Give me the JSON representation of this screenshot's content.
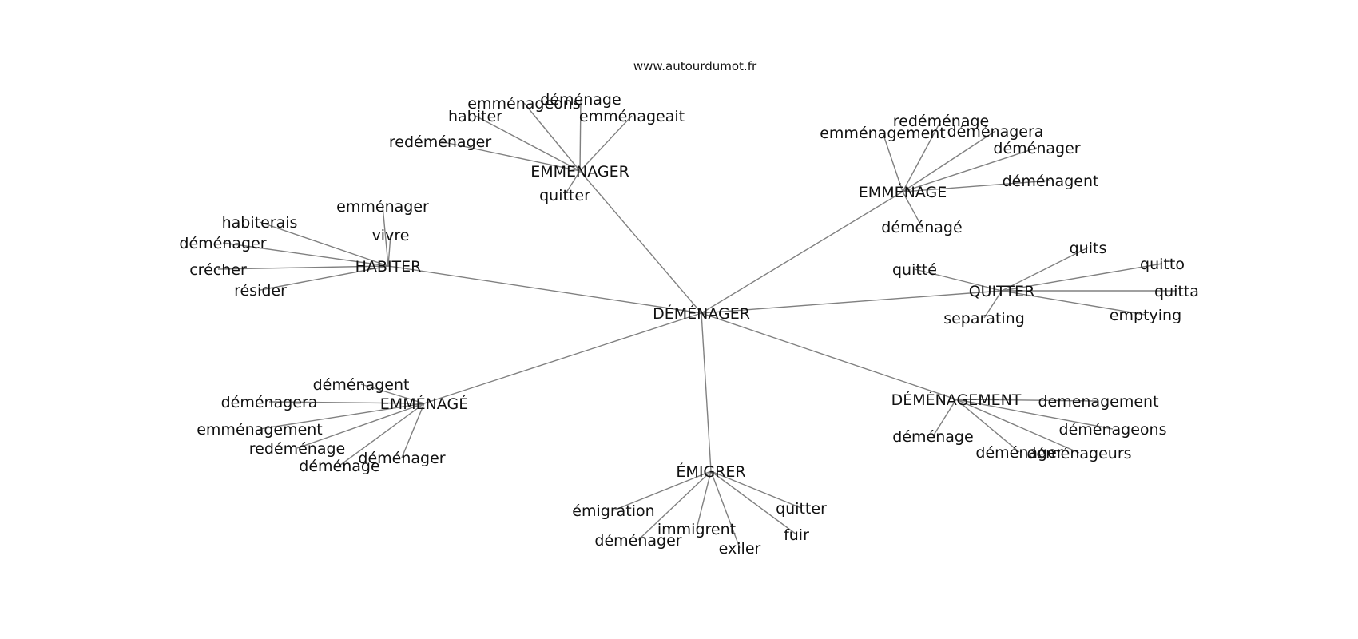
{
  "site": "www.autourdumot.fr",
  "root": "DÉMÉNAGER",
  "clusters": [
    {
      "id": "emmenager",
      "label": "EMMENAGER",
      "words": [
        "déménage",
        "emménageons",
        "habiter",
        "emménageait",
        "redéménager",
        "quitter"
      ]
    },
    {
      "id": "emmenage",
      "label": "EMMÉNAGE",
      "words": [
        "redéménage",
        "emménagement",
        "déménagera",
        "déménager",
        "déménagent",
        "déménagé"
      ]
    },
    {
      "id": "habiter",
      "label": "HABITER",
      "words": [
        "emménager",
        "habiterais",
        "vivre",
        "déménager",
        "crécher",
        "résider"
      ]
    },
    {
      "id": "quitter",
      "label": "QUITTER",
      "words": [
        "quits",
        "quitté",
        "quitto",
        "quitta",
        "separating",
        "emptying"
      ]
    },
    {
      "id": "emmenage2",
      "label": "EMMÉNAGÉ",
      "words": [
        "déménagent",
        "déménagera",
        "emménagement",
        "redéménage",
        "déménager",
        "déménage"
      ]
    },
    {
      "id": "demenagement",
      "label": "DÉMÉNAGEMENT",
      "words": [
        "demenagement",
        "déménage",
        "déménageons",
        "déménager",
        "déménageurs"
      ]
    },
    {
      "id": "emigrer",
      "label": "ÉMIGRER",
      "words": [
        "émigration",
        "quitter",
        "immigrent",
        "déménager",
        "fuir",
        "exiler"
      ]
    }
  ]
}
